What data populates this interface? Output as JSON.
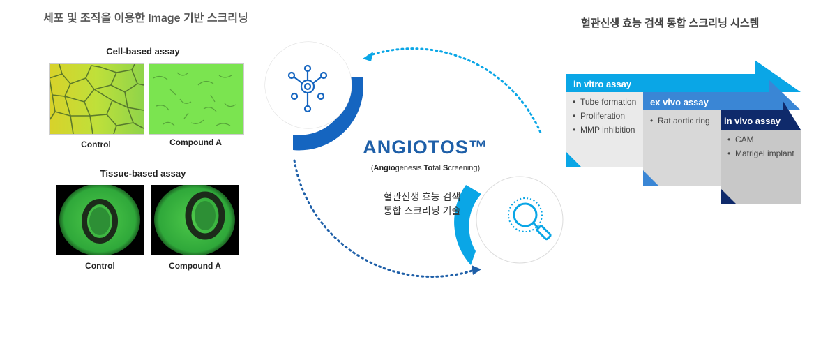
{
  "left": {
    "title": "세포 및 조직을 이용한 Image 기반 스크리닝",
    "cell_assay": {
      "title": "Cell-based assay",
      "control_label": "Control",
      "compound_label": "Compound A"
    },
    "tissue_assay": {
      "title": "Tissue-based assay",
      "control_label": "Control",
      "compound_label": "Compound A"
    }
  },
  "center": {
    "brand": "ANGIOTOS™",
    "subtitle_parts": [
      "(",
      "Angio",
      "genesis ",
      "To",
      "tal ",
      "S",
      "creening)"
    ],
    "description_line1": "혈관신생 효능 검색",
    "description_line2": "통합 스크리닝 기술",
    "icons": [
      "network-icon",
      "magnifier-icon"
    ]
  },
  "right": {
    "title": "혈관신생 효능 검색 통합 스크리닝 시스템",
    "panels": [
      {
        "label": "in vitro assay",
        "items": [
          "Tube formation",
          "Proliferation",
          "MMP inhibition"
        ]
      },
      {
        "label": "ex vivo assay",
        "items": [
          "Rat aortic ring"
        ]
      },
      {
        "label": "in vivo assay",
        "items": [
          "CAM",
          "Matrigel implant"
        ]
      }
    ]
  },
  "colors": {
    "brand_blue": "#1e5fa8",
    "light_blue": "#0aa6e6",
    "mid_blue": "#3a7bd5",
    "navy": "#0f2a6b",
    "panel_gray": "#e6e6e6"
  }
}
